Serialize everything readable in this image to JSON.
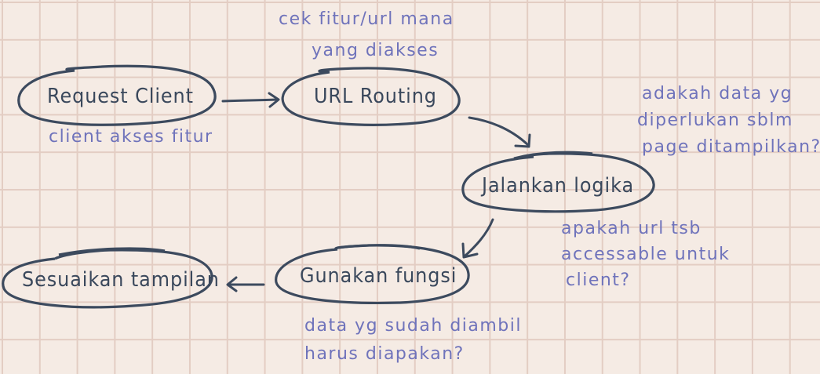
{
  "nodes": {
    "request_client": "Request Client",
    "url_routing": "URL Routing",
    "jalankan_logika": "Jalankan logika",
    "gunakan_fungsi": "Gunakan fungsi",
    "sesuaikan_tampilan": "Sesuaikan tampilan"
  },
  "notes": {
    "client_akses": "client akses fitur",
    "cek_fitur_1": "cek fitur/url mana",
    "cek_fitur_2": "yang diakses",
    "adakah_1": "adakah data yg",
    "adakah_2": "diperlukan sblm",
    "adakah_3": "page ditampilkan?",
    "apakah_1": "apakah url tsb",
    "apakah_2": "accessable untuk",
    "apakah_3": "client?",
    "data_1": "data yg sudah diambil",
    "data_2": "harus diapakan?"
  },
  "colors": {
    "background": "#f5ebe4",
    "grid": "#e3cdc3",
    "ink": "#3c4a5e",
    "annotation": "#6f73bb"
  }
}
